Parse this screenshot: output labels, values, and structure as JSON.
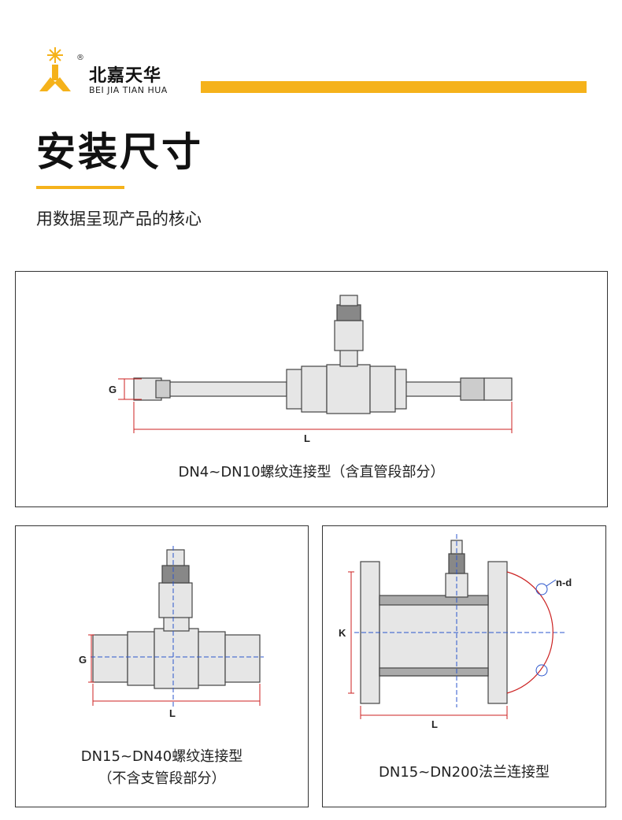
{
  "brand": {
    "reg_mark": "®",
    "name_cn": "北嘉天华",
    "name_en": "BEI JIA TIAN HUA",
    "accent_color": "#f5b21b"
  },
  "page": {
    "title": "安装尺寸",
    "subtitle": "用数据呈现产品的核心"
  },
  "diagrams": [
    {
      "caption": "DN4~DN10螺纹连接型（含直管段部分）",
      "dim_g": "G",
      "dim_l": "L"
    },
    {
      "caption_line1": "DN15~DN40螺纹连接型",
      "caption_line2": "（不含支管段部分）",
      "dim_g": "G",
      "dim_l": "L"
    },
    {
      "caption": "DN15~DN200法兰连接型",
      "dim_k": "K",
      "dim_l": "L",
      "dim_nd": "n-d"
    }
  ]
}
